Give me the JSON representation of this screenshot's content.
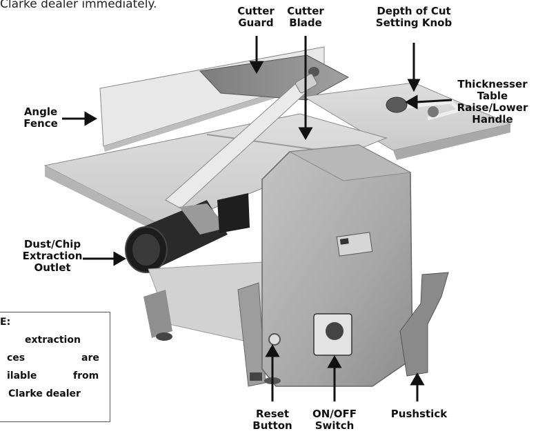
{
  "intro_text": "Clarke dealer immediately.",
  "labels": {
    "cutter_guard": [
      "Cutter",
      "Guard"
    ],
    "cutter_blade": [
      "Cutter",
      "Blade"
    ],
    "depth_knob": [
      "Depth of Cut",
      "Setting Knob"
    ],
    "thicknesser_handle": [
      "Thicknesser",
      "Table",
      "Raise/Lower",
      "Handle"
    ],
    "angle_fence": [
      "Angle",
      "Fence"
    ],
    "dust_outlet": [
      "Dust/Chip",
      "Extraction",
      "Outlet"
    ],
    "reset_button": [
      "Reset",
      "Button"
    ],
    "onoff_switch": [
      "ON/OFF",
      "Switch"
    ],
    "pushstick": [
      "Pushstick"
    ]
  },
  "note": {
    "line1": "E:",
    "line2": "extraction",
    "line3a": "ces",
    "line3b": "are",
    "line4a": "ilable",
    "line4b": "from",
    "line5": "Clarke dealer"
  },
  "colors": {
    "metal": "#a9a9a9",
    "metal_dark": "#6e6e6e",
    "table": "#d9d9d9",
    "fence": "#e6e6e6",
    "black": "#1a1a1a"
  }
}
